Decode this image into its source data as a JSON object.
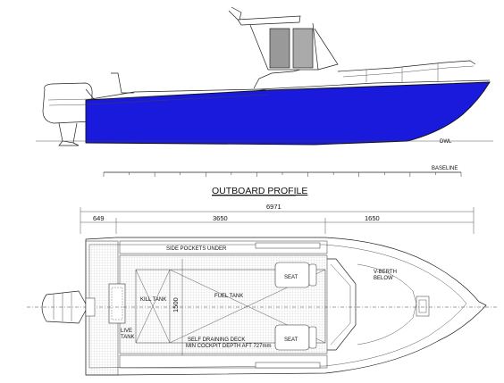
{
  "drawing": {
    "profile_title": "OUTBOARD PROFILE",
    "dwl_label": "DWL",
    "baseline_label": "BASELINE",
    "hull_color": "#1a1adc",
    "dimensions": {
      "overall": "6971",
      "transom": "649",
      "cockpit": "3650",
      "bow": "1650",
      "tank_width": "1500"
    },
    "labels": {
      "side_pockets": "SIDE POCKETS UNDER",
      "seat_port": "SEAT",
      "seat_stbd": "SEAT",
      "v_berth": "V-BERTH\nBELOW",
      "kill_tank": "KILL TANK",
      "fuel_tank": "FUEL TANK",
      "live_tank": "LIVE\nTANK",
      "self_draining": "SELF DRAINING DECK",
      "min_depth": "MIN COCKPIT DEPTH AFT 727mm"
    }
  }
}
